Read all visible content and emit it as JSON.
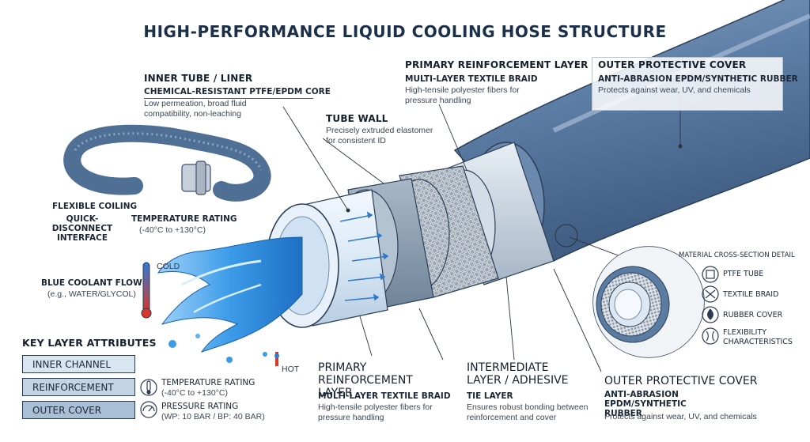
{
  "title": "HIGH-PERFORMANCE LIQUID COOLING HOSE STRUCTURE",
  "inner_tube": {
    "heading": "INNER TUBE / LINER",
    "subheading": "CHEMICAL-RESISTANT PTFE/EPDM CORE",
    "description": "Low permeation, broad fluid compatibility, non-leaching"
  },
  "tube_wall": {
    "heading": "TUBE WALL",
    "description": "Precisely extruded elastomer for consistent ID"
  },
  "primary_top": {
    "heading": "PRIMARY REINFORCEMENT LAYER",
    "subheading": "MULTI-LAYER TEXTILE BRAID",
    "description": "High-tensile polyester fibers for pressure handling"
  },
  "outer_top": {
    "heading": "OUTER PROTECTIVE COVER",
    "subheading": "ANTI-ABRASION EPDM/SYNTHETIC RUBBER",
    "description": "Protects against wear, UV, and chemicals"
  },
  "coil": {
    "flexible": "FLEXIBLE COILING",
    "quick_disconnect": "QUICK-DISCONNECT INTERFACE",
    "temp_heading": "TEMPERATURE RATING",
    "temp_range": "(-40°C to +130°C)"
  },
  "flow": {
    "cold": "COLD",
    "hot": "HOT",
    "heading": "BLUE COOLANT FLOW",
    "example": "(e.g., WATER/GLYCOL)"
  },
  "key_attributes": {
    "heading": "KEY LAYER ATTRIBUTES",
    "items": [
      "INNER CHANNEL",
      "REINFORCEMENT",
      "OUTER COVER"
    ],
    "fills": [
      "#d8e6f2",
      "#c2d4e4",
      "#a9bfd6"
    ]
  },
  "ratings": {
    "temp_heading": "TEMPERATURE RATING",
    "temp_range": "(-40°C to +130°C)",
    "pressure_heading": "PRESSURE RATING",
    "pressure_range": "(WP: 10 BAR / BP: 40 BAR)"
  },
  "primary_bottom": {
    "heading": "PRIMARY REINFORCEMENT LAYER",
    "subheading": "MULTI-LAYER TEXTILE BRAID",
    "description": "High-tensile polyester fibers for pressure handling"
  },
  "intermediate": {
    "heading": "INTERMEDIATE LAYER / ADHESIVE",
    "subheading": "TIE LAYER",
    "description": "Ensures robust bonding between reinforcement and cover"
  },
  "outer_bottom": {
    "heading": "OUTER PROTECTIVE COVER",
    "subheading": "ANTI-ABRASION EPDM/SYNTHETIC RUBBER",
    "description": "Protects against wear, UV, and chemicals"
  },
  "cross_section": {
    "heading": "MATERIAL CROSS-SECTION DETAIL",
    "items": [
      "PTFE TUBE",
      "TEXTILE BRAID",
      "RUBBER COVER",
      "FLEXIBILITY CHARACTERISTICS"
    ]
  },
  "colors": {
    "hose_outer": "#4f6f95",
    "hose_outer_light": "#7f9cc0",
    "coolant": "#2b8de0",
    "ink": "#1b2736"
  }
}
